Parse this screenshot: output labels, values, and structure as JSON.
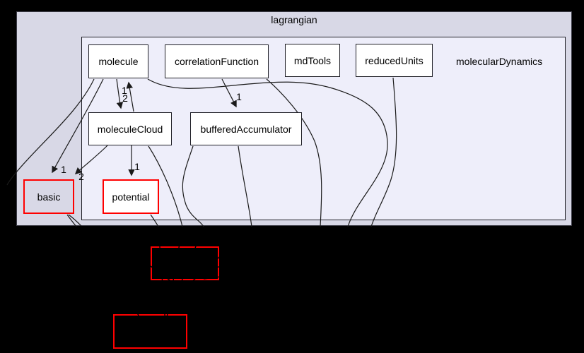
{
  "diagram": {
    "outer_cluster": {
      "label": "lagrangian"
    },
    "inner_cluster": {
      "label": "molecularDynamics"
    },
    "nodes": {
      "molecule": {
        "label": "molecule"
      },
      "correlationFunction": {
        "label": "correlationFunction"
      },
      "mdTools": {
        "label": "mdTools"
      },
      "reducedUnits": {
        "label": "reducedUnits"
      },
      "moleculeCloud": {
        "label": "moleculeCloud"
      },
      "bufferedAccumulator": {
        "label": "bufferedAccumulator"
      },
      "basic": {
        "label": "basic"
      },
      "potential": {
        "label": "potential"
      }
    },
    "external_nodes": [
      {
        "label": ""
      },
      {
        "label": ""
      }
    ],
    "edge_labels": {
      "molecule_to_moleculeCloud": "1",
      "moleculeCloud_to_molecule": "2",
      "molecule_to_basic": "1",
      "moleculeCloud_to_basic": "2",
      "moleculeCloud_to_potential": "1",
      "correlationFunction_to_bufferedAccumulator": "1"
    },
    "colors": {
      "background": "#000000",
      "outer_fill": "#d8d8e6",
      "inner_fill": "#eeeefa",
      "node_fill": "#ffffff",
      "highlight_border": "#ff0000",
      "edge": "#1a1a1a"
    }
  }
}
